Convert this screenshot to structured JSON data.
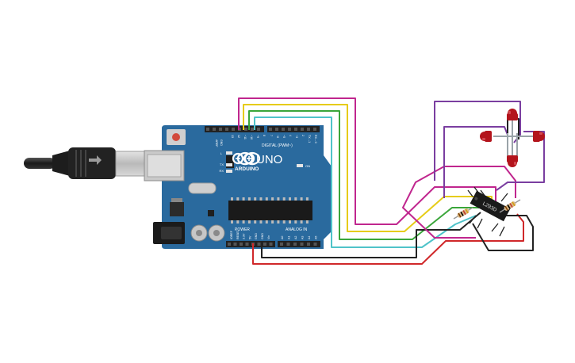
{
  "board": {
    "brand": "ARDUINO",
    "model": "UNO",
    "digital_label": "DIGITAL (PWM~)",
    "analog_label": "ANALOG IN",
    "power_label": "POWER",
    "aref": "AREF",
    "gnd": "GND",
    "on": "ON",
    "l": "L",
    "tx": "TX",
    "rx": "RX",
    "digital_pins": [
      "13",
      "12",
      "~11",
      "~10",
      "~9",
      "8",
      "7",
      "~6",
      "~5",
      "4",
      "~3",
      "2",
      "TX→1",
      "RX←0"
    ],
    "power_pins": [
      "IOREF",
      "RESET",
      "3.3V",
      "5V",
      "GND",
      "GND",
      "Vin"
    ],
    "analog_pins": [
      "A0",
      "A1",
      "A2",
      "A3",
      "A4",
      "A5"
    ],
    "board_color": "#2a6a9e"
  },
  "driver": {
    "label": "L293D"
  },
  "wire_colors": {
    "magenta": "#c0268e",
    "yellow": "#e6cc17",
    "green": "#3aa63a",
    "cyan": "#4fc3c9",
    "purple": "#7a3ea0",
    "red": "#d0282a",
    "black": "#222222"
  },
  "led_color": "#b3141c"
}
